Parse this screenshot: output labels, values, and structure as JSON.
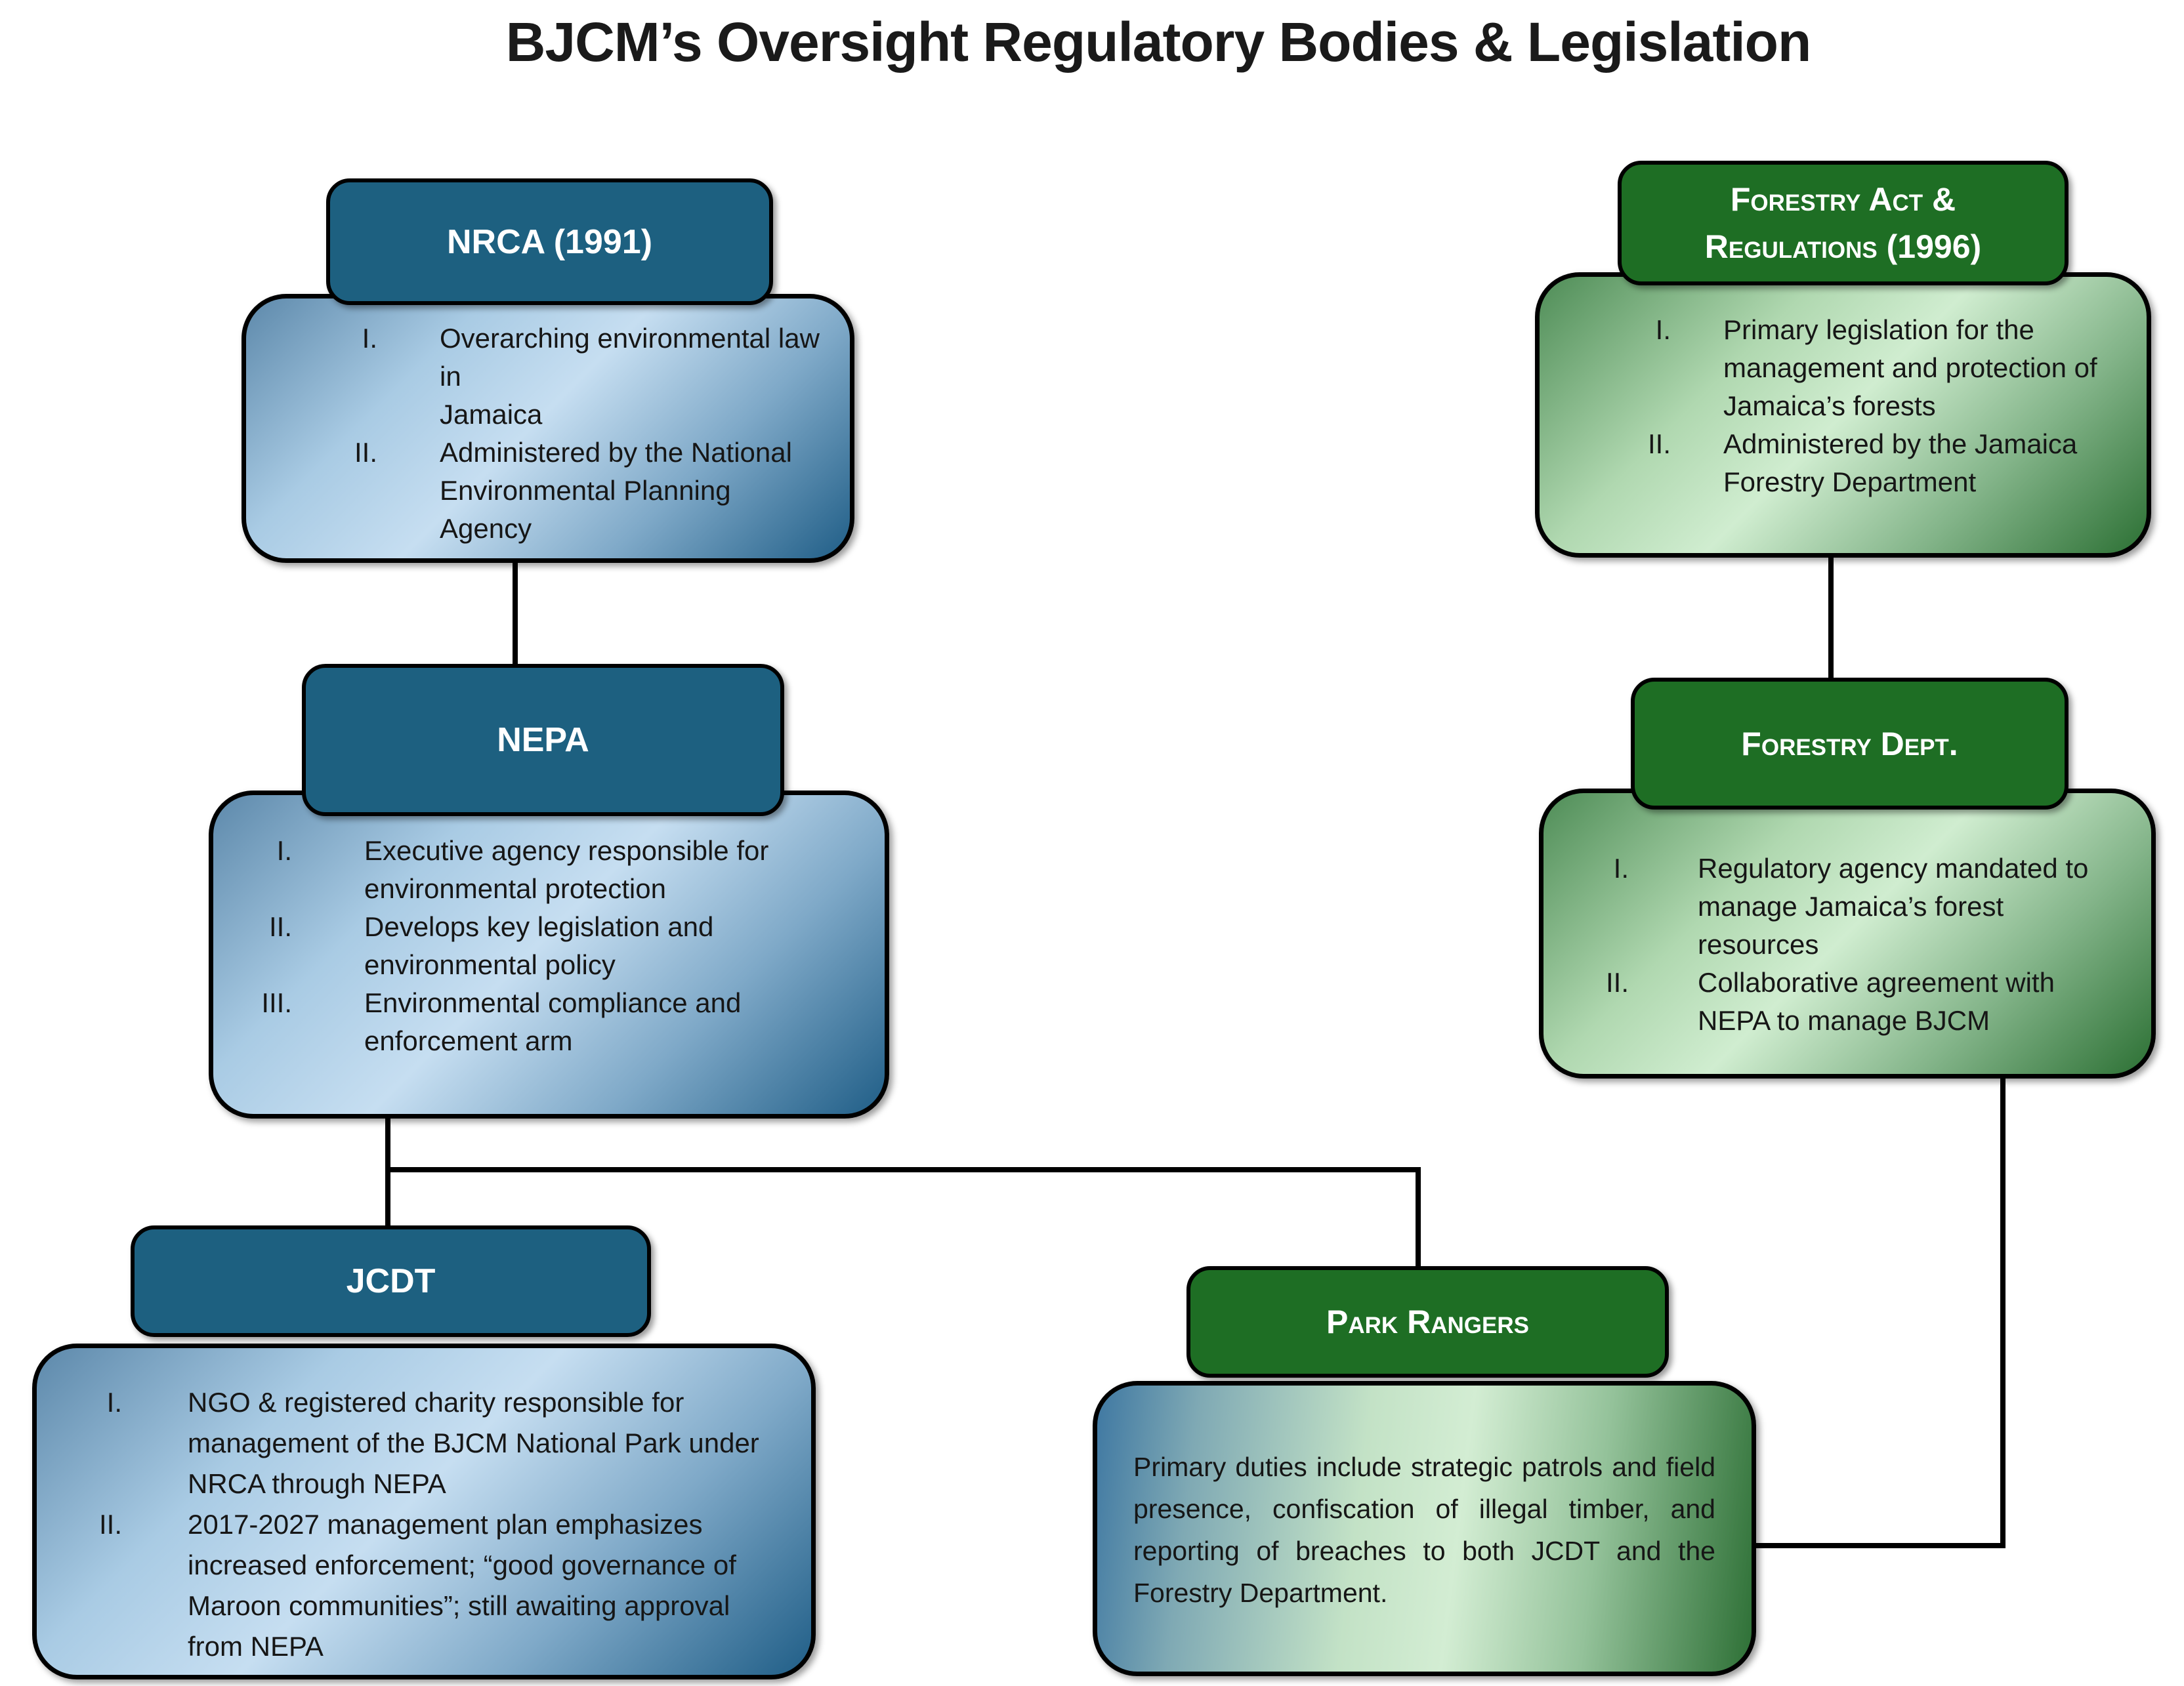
{
  "title": "BJCM’s Oversight Regulatory Bodies & Legislation",
  "colors": {
    "blue_header": "#1d6080",
    "green_header": "#1e6e24",
    "connector": "#000000",
    "background": "#ffffff"
  },
  "boxes": {
    "nrca": {
      "header": "NRCA (1991)",
      "items": [
        {
          "num": "I.",
          "text": "Overarching environmental law in\nJamaica"
        },
        {
          "num": "II.",
          "text": "Administered by the National\nEnvironmental Planning Agency"
        }
      ]
    },
    "nepa": {
      "header": "NEPA",
      "items": [
        {
          "num": "I.",
          "text": "Executive agency responsible for\nenvironmental protection"
        },
        {
          "num": "II.",
          "text": "Develops key legislation and\nenvironmental policy"
        },
        {
          "num": "III.",
          "text": "Environmental compliance and\nenforcement arm"
        }
      ]
    },
    "jcdt": {
      "header": "JCDT",
      "items": [
        {
          "num": "I.",
          "text": "NGO & registered charity responsible for\nmanagement of the BJCM National Park under\nNRCA through NEPA"
        },
        {
          "num": "II.",
          "text": "2017-2027 management plan emphasizes\nincreased enforcement; “good governance of\nMaroon communities”; still awaiting approval\nfrom NEPA"
        }
      ]
    },
    "forestry_act": {
      "header": "Forestry Act &\nRegulations (1996)",
      "items": [
        {
          "num": "I.",
          "text": "Primary legislation for the\nmanagement and protection of\nJamaica’s forests"
        },
        {
          "num": "II.",
          "text": "Administered by the Jamaica\nForestry Department"
        }
      ]
    },
    "forestry_dept": {
      "header": "Forestry Dept.",
      "items": [
        {
          "num": "I.",
          "text": "Regulatory agency mandated to\nmanage Jamaica’s forest resources"
        },
        {
          "num": "II.",
          "text": "Collaborative agreement with\nNEPA to manage BJCM"
        }
      ]
    },
    "park_rangers": {
      "header": "Park Rangers",
      "lines": [
        "Primary duties include strategic patrols and field",
        "presence, confiscation of illegal timber, and",
        "reporting of breaches to both JCDT and the",
        "Forestry Department."
      ]
    }
  }
}
